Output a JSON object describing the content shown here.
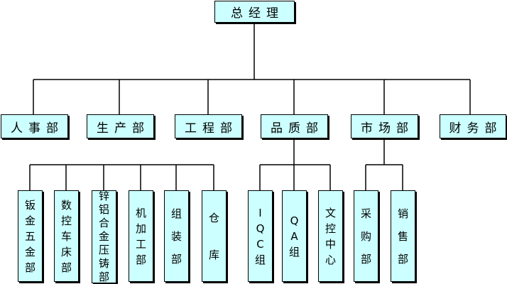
{
  "ceo": "总经理",
  "departments": [
    "人事部",
    "生产部",
    "工程部",
    "品质部",
    "市场部",
    "财务部"
  ],
  "production_units": [
    "钣金五金部",
    "数控车床部",
    "锌铝合金压铸部",
    "机加工部",
    "组装部",
    "仓库"
  ],
  "quality_units": [
    "IQC组",
    "QA组",
    "文控中心"
  ],
  "market_units": [
    "采购部",
    "销售部"
  ],
  "colors": {
    "box_fill": "#ccffff",
    "line": "#000000"
  }
}
